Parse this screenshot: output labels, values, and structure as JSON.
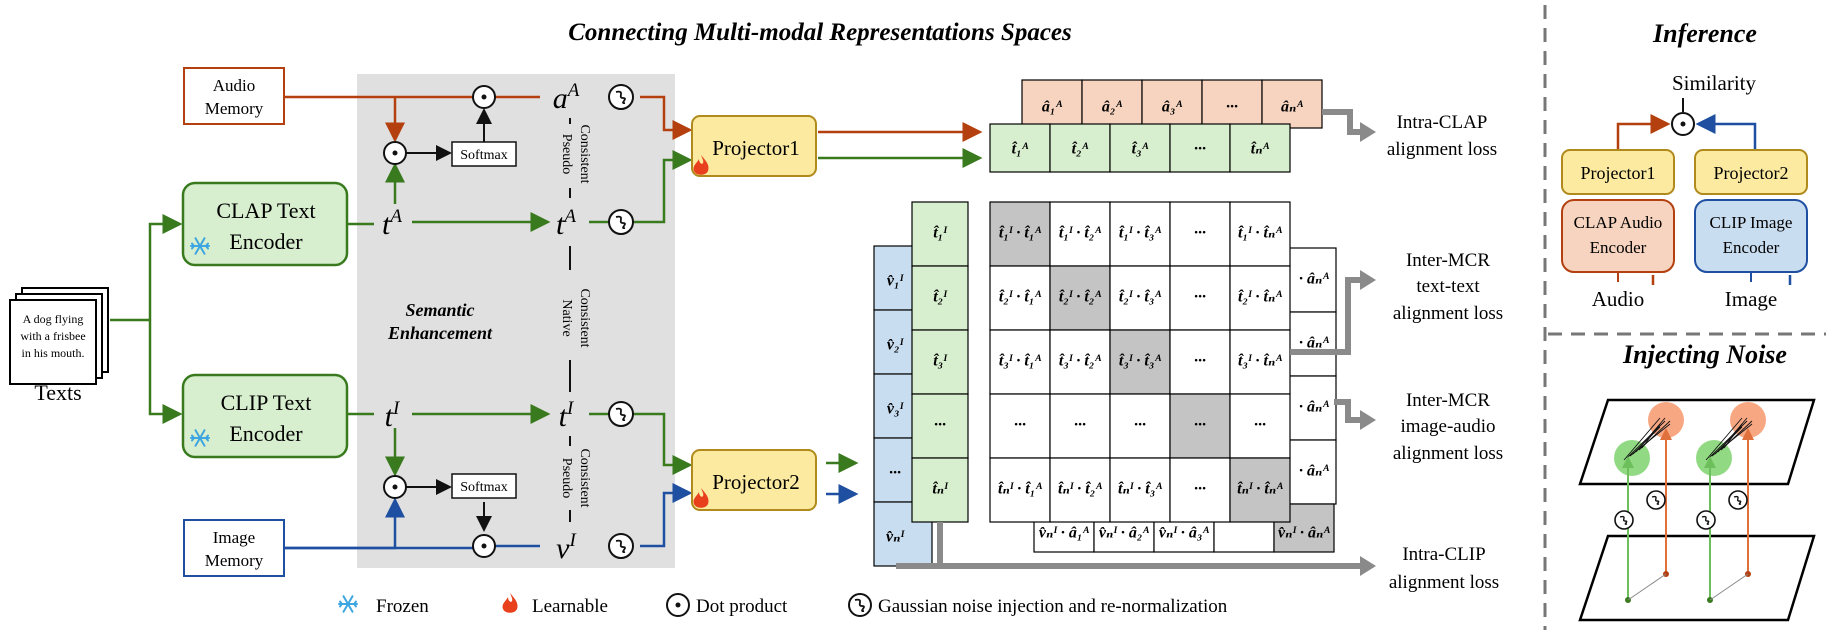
{
  "titles": {
    "main": "Connecting Multi-modal Representations Spaces",
    "inference": "Inference",
    "noise": "Injecting Noise"
  },
  "inputs": {
    "texts_caption": "Texts",
    "text_sample": [
      "A dog flying",
      "with a frisbee",
      "in his mouth."
    ],
    "audio_memory": [
      "Audio",
      "Memory"
    ],
    "image_memory": [
      "Image",
      "Memory"
    ]
  },
  "encoders": {
    "clap_text": [
      "CLAP Text",
      "Encoder"
    ],
    "clip_text": [
      "CLIP Text",
      "Encoder"
    ]
  },
  "semantic": {
    "label": [
      "Semantic",
      "Enhancement"
    ],
    "softmax": "Softmax",
    "pseudo": [
      "Pseudo",
      "Consistent"
    ],
    "native": [
      "Native",
      "Consistent"
    ],
    "vars": {
      "aA": "a",
      "tA": "t",
      "tI": "t",
      "vI": "v",
      "supA": "A",
      "supI": "I"
    }
  },
  "projectors": {
    "p1": "Projector1",
    "p2": "Projector2"
  },
  "top_rows": {
    "audio": [
      "â₁ᴬ",
      "â₂ᴬ",
      "â₃ᴬ",
      "···",
      "âₙᴬ"
    ],
    "text": [
      "t̂₁ᴬ",
      "t̂₂ᴬ",
      "t̂₃ᴬ",
      "···",
      "t̂ₙᴬ"
    ]
  },
  "columns": {
    "image": [
      "v̂₁ᴵ",
      "v̂₂ᴵ",
      "v̂₃ᴵ",
      "···",
      "v̂ₙᴵ"
    ],
    "text": [
      "t̂₁ᴵ",
      "t̂₂ᴵ",
      "t̂₃ᴵ",
      "···",
      "t̂ₙᴵ"
    ]
  },
  "matrix": [
    [
      "t̂₁ᴵ · t̂₁ᴬ",
      "t̂₁ᴵ · t̂₂ᴬ",
      "t̂₁ᴵ · t̂₃ᴬ",
      "···",
      "t̂₁ᴵ · t̂ₙᴬ"
    ],
    [
      "t̂₂ᴵ · t̂₁ᴬ",
      "t̂₂ᴵ · t̂₂ᴬ",
      "t̂₂ᴵ · t̂₃ᴬ",
      "···",
      "t̂₂ᴵ · t̂ₙᴬ"
    ],
    [
      "t̂₃ᴵ · t̂₁ᴬ",
      "t̂₃ᴵ · t̂₂ᴬ",
      "t̂₃ᴵ · t̂₃ᴬ",
      "···",
      "t̂₃ᴵ · t̂ₙᴬ"
    ],
    [
      "···",
      "···",
      "···",
      "···",
      "···"
    ],
    [
      "t̂ₙᴵ · t̂₁ᴬ",
      "t̂ₙᴵ · t̂₂ᴬ",
      "t̂ₙᴵ · t̂₃ᴬ",
      "···",
      "t̂ₙᴵ · t̂ₙᴬ"
    ]
  ],
  "matrix_highlight": [
    [
      0,
      0
    ],
    [
      1,
      1
    ],
    [
      2,
      2
    ],
    [
      3,
      3
    ],
    [
      4,
      4
    ]
  ],
  "side_column": [
    "· âₙᴬ",
    "· âₙᴬ",
    "· âₙᴬ",
    "· âₙᴬ"
  ],
  "bottom_row": [
    "v̂ₙᴵ · â₁ᴬ",
    "v̂ₙᴵ · â₂ᴬ",
    "v̂ₙᴵ · â₃ᴬ",
    "",
    "v̂ₙᴵ · âₙᴬ"
  ],
  "losses": {
    "intra_clap": [
      "Intra-CLAP",
      "alignment loss"
    ],
    "inter_tt": [
      "Inter-MCR",
      "text-text",
      "alignment loss"
    ],
    "inter_ia": [
      "Inter-MCR",
      "image-audio",
      "alignment loss"
    ],
    "intra_clip": [
      "Intra-CLIP",
      "alignment loss"
    ]
  },
  "inference": {
    "similarity": "Similarity",
    "p1": "Projector1",
    "p2": "Projector2",
    "audio_enc": [
      "CLAP Audio",
      "Encoder"
    ],
    "image_enc": [
      "CLIP Image",
      "Encoder"
    ],
    "audio": "Audio",
    "image": "Image"
  },
  "legend": {
    "frozen": "Frozen",
    "learnable": "Learnable",
    "dot": "Dot product",
    "noise": "Gaussian noise injection and re-normalization"
  },
  "colors": {
    "audio_line": "#b5400f",
    "text_line": "#3a7a1f",
    "image_line": "#1f4fa0",
    "green_fill": "#d8efcf",
    "green_stroke": "#3a7a1f",
    "orange_fill": "#f6d4bf",
    "blue_fill": "#c9ddf0",
    "yellow_fill": "#fbeaa0",
    "yellow_stroke": "#b08a1c",
    "grey_panel": "#e0e0e0",
    "highlight": "#c4c4c4",
    "arrow_grey": "#8a8a8a"
  }
}
